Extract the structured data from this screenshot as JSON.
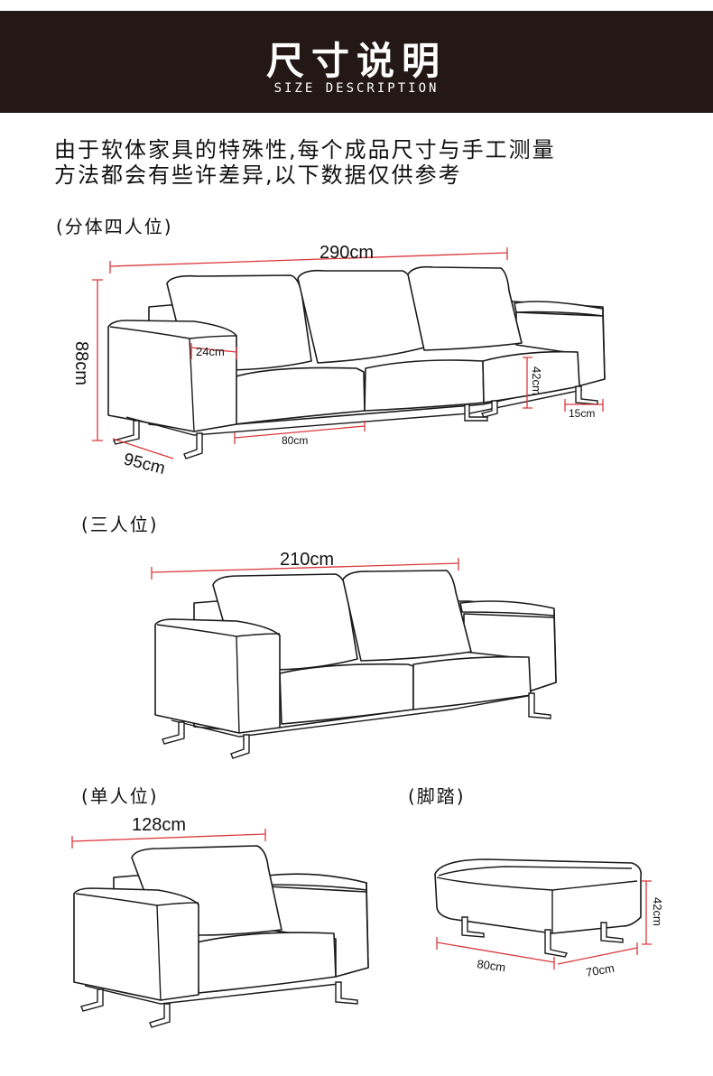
{
  "header": {
    "title": "尺寸说明",
    "subtitle": "SIZE DESCRIPTION"
  },
  "notes": [
    "由于软体家具的特殊性,每个成品尺寸与手工测量",
    "方法都会有些许差异,以下数据仅供参考"
  ],
  "colors": {
    "header_bg": "#231815",
    "dimension_line": "#d9383a",
    "outline": "#1a1a1a"
  },
  "sections": {
    "four_seat": {
      "label": "(分体四人位)",
      "width": "290cm",
      "height": "88cm",
      "depth": "95cm",
      "arm_width": "24cm",
      "seat_height": "42cm",
      "seat_width": "80cm",
      "leg_height": "15cm"
    },
    "three_seat": {
      "label": "(三人位)",
      "width": "210cm"
    },
    "single_seat": {
      "label": "(单人位)",
      "width": "128cm"
    },
    "footstool": {
      "label": "(脚踏)",
      "height": "42cm",
      "width": "80cm",
      "depth": "70cm"
    }
  }
}
